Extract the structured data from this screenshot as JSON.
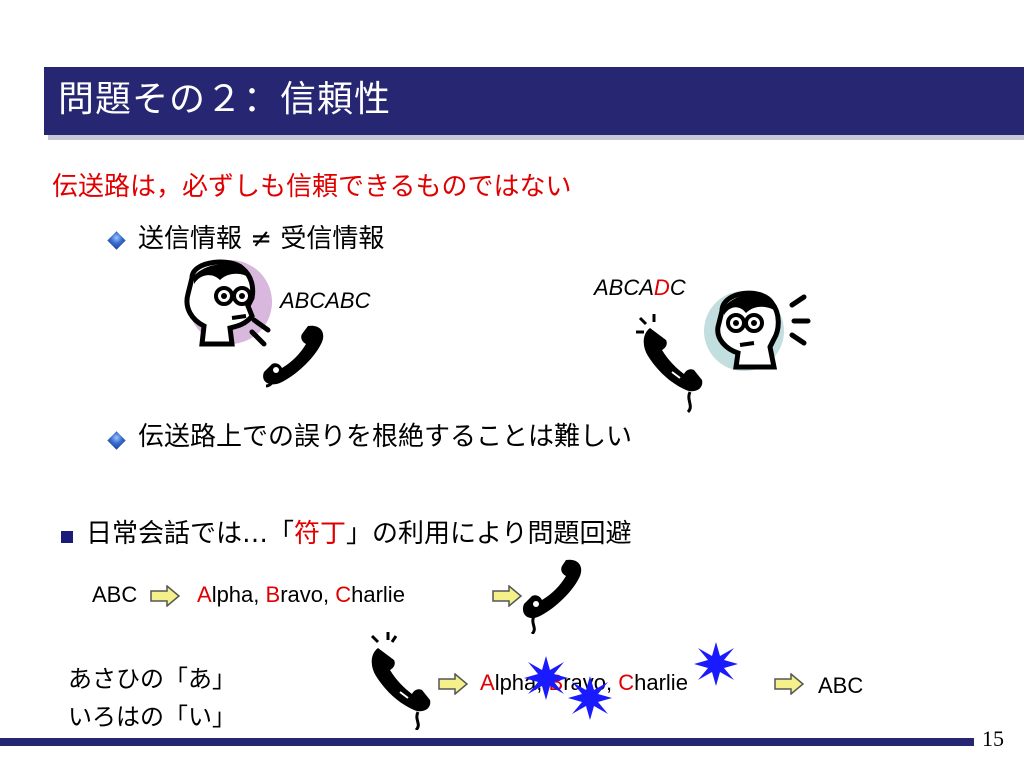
{
  "slide": {
    "title": "問題その２：信頼性",
    "red_heading": "伝送路は，必ずしも信頼できるものではない",
    "bullet1": {
      "left": "送信情報",
      "neq": "≠",
      "right": "受信情報"
    },
    "sent": "ABCABC",
    "received": {
      "prefix": "ABCA",
      "error": "D",
      "suffix": "C"
    },
    "bullet2": "伝送路上での誤りを根絶することは難しい",
    "main": {
      "before": "日常会話では…「",
      "highlight": "符丁",
      "after": "」の利用により問題回避"
    },
    "encode": {
      "input": "ABC",
      "words": [
        {
          "initial": "A",
          "rest": "lpha, "
        },
        {
          "initial": "B",
          "rest": "ravo, "
        },
        {
          "initial": "C",
          "rest": "harlie"
        }
      ]
    },
    "decode": {
      "words": [
        {
          "initial": "A",
          "rest": "lpha, "
        },
        {
          "initial": "B",
          "rest": "ravo, "
        },
        {
          "initial": "C",
          "rest": "harlie"
        }
      ],
      "output": "ABC"
    },
    "example_line1": "あさひの「あ」",
    "example_line2": "いろはの「い」",
    "page_number": "15",
    "colors": {
      "title_bar": "#262673",
      "accent_red": "#e00000",
      "arrow_fill": "#f4f08a",
      "noise_star": "#1a1aff"
    },
    "icons": [
      "speaker-person-icon",
      "telephone-handset-icon",
      "listener-person-icon",
      "arrow-right-icon",
      "noise-burst-icon"
    ]
  }
}
